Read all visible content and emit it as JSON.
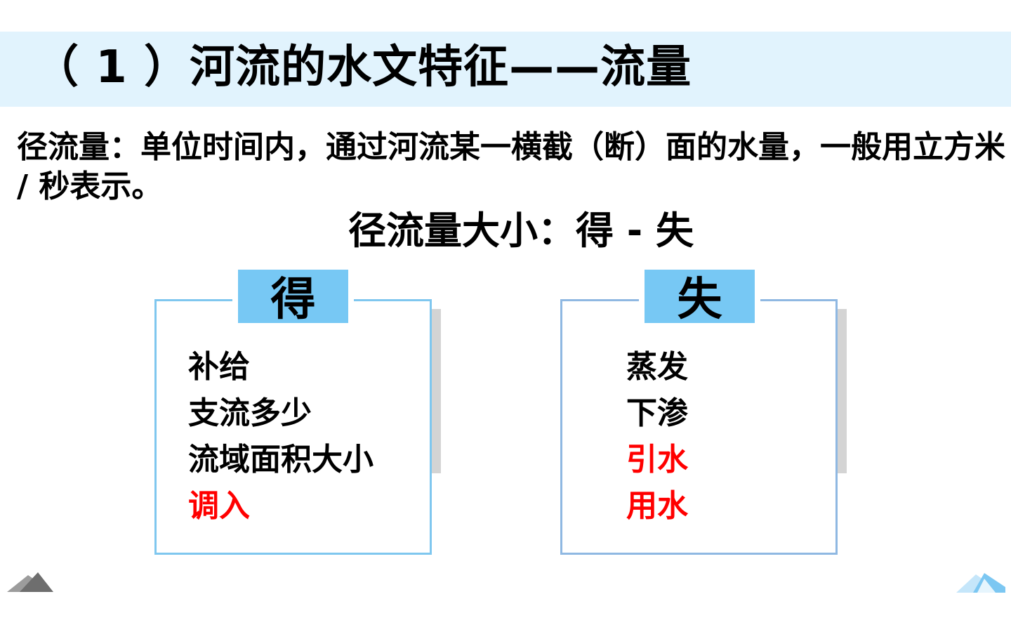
{
  "slide": {
    "title": "（ 1 ）河流的水文特征——流量",
    "definition": "径流量：单位时间内，通过河流某一横截（断）面的水量，一般用立方米 / 秒表示。",
    "formula": "径流量大小：得 - 失"
  },
  "gain_box": {
    "label": "得",
    "items": [
      {
        "text": "补给",
        "highlight": false
      },
      {
        "text": "支流多少",
        "highlight": false
      },
      {
        "text": "流域面积大小",
        "highlight": false
      },
      {
        "text": "调入",
        "highlight": true
      }
    ]
  },
  "loss_box": {
    "label": "失",
    "items": [
      {
        "text": "蒸发",
        "highlight": false
      },
      {
        "text": "下渗",
        "highlight": false
      },
      {
        "text": "引水",
        "highlight": true
      },
      {
        "text": "用水",
        "highlight": true
      }
    ]
  },
  "colors": {
    "title_band": "#e1f3fd",
    "tab": "#77c8f4",
    "box_border_left": "#7fc7ef",
    "box_border_right": "#8fb8e2",
    "highlight": "#ff0000",
    "text": "#000000"
  },
  "decorations": [
    "mountain-icon-left",
    "mountain-icon-right"
  ]
}
